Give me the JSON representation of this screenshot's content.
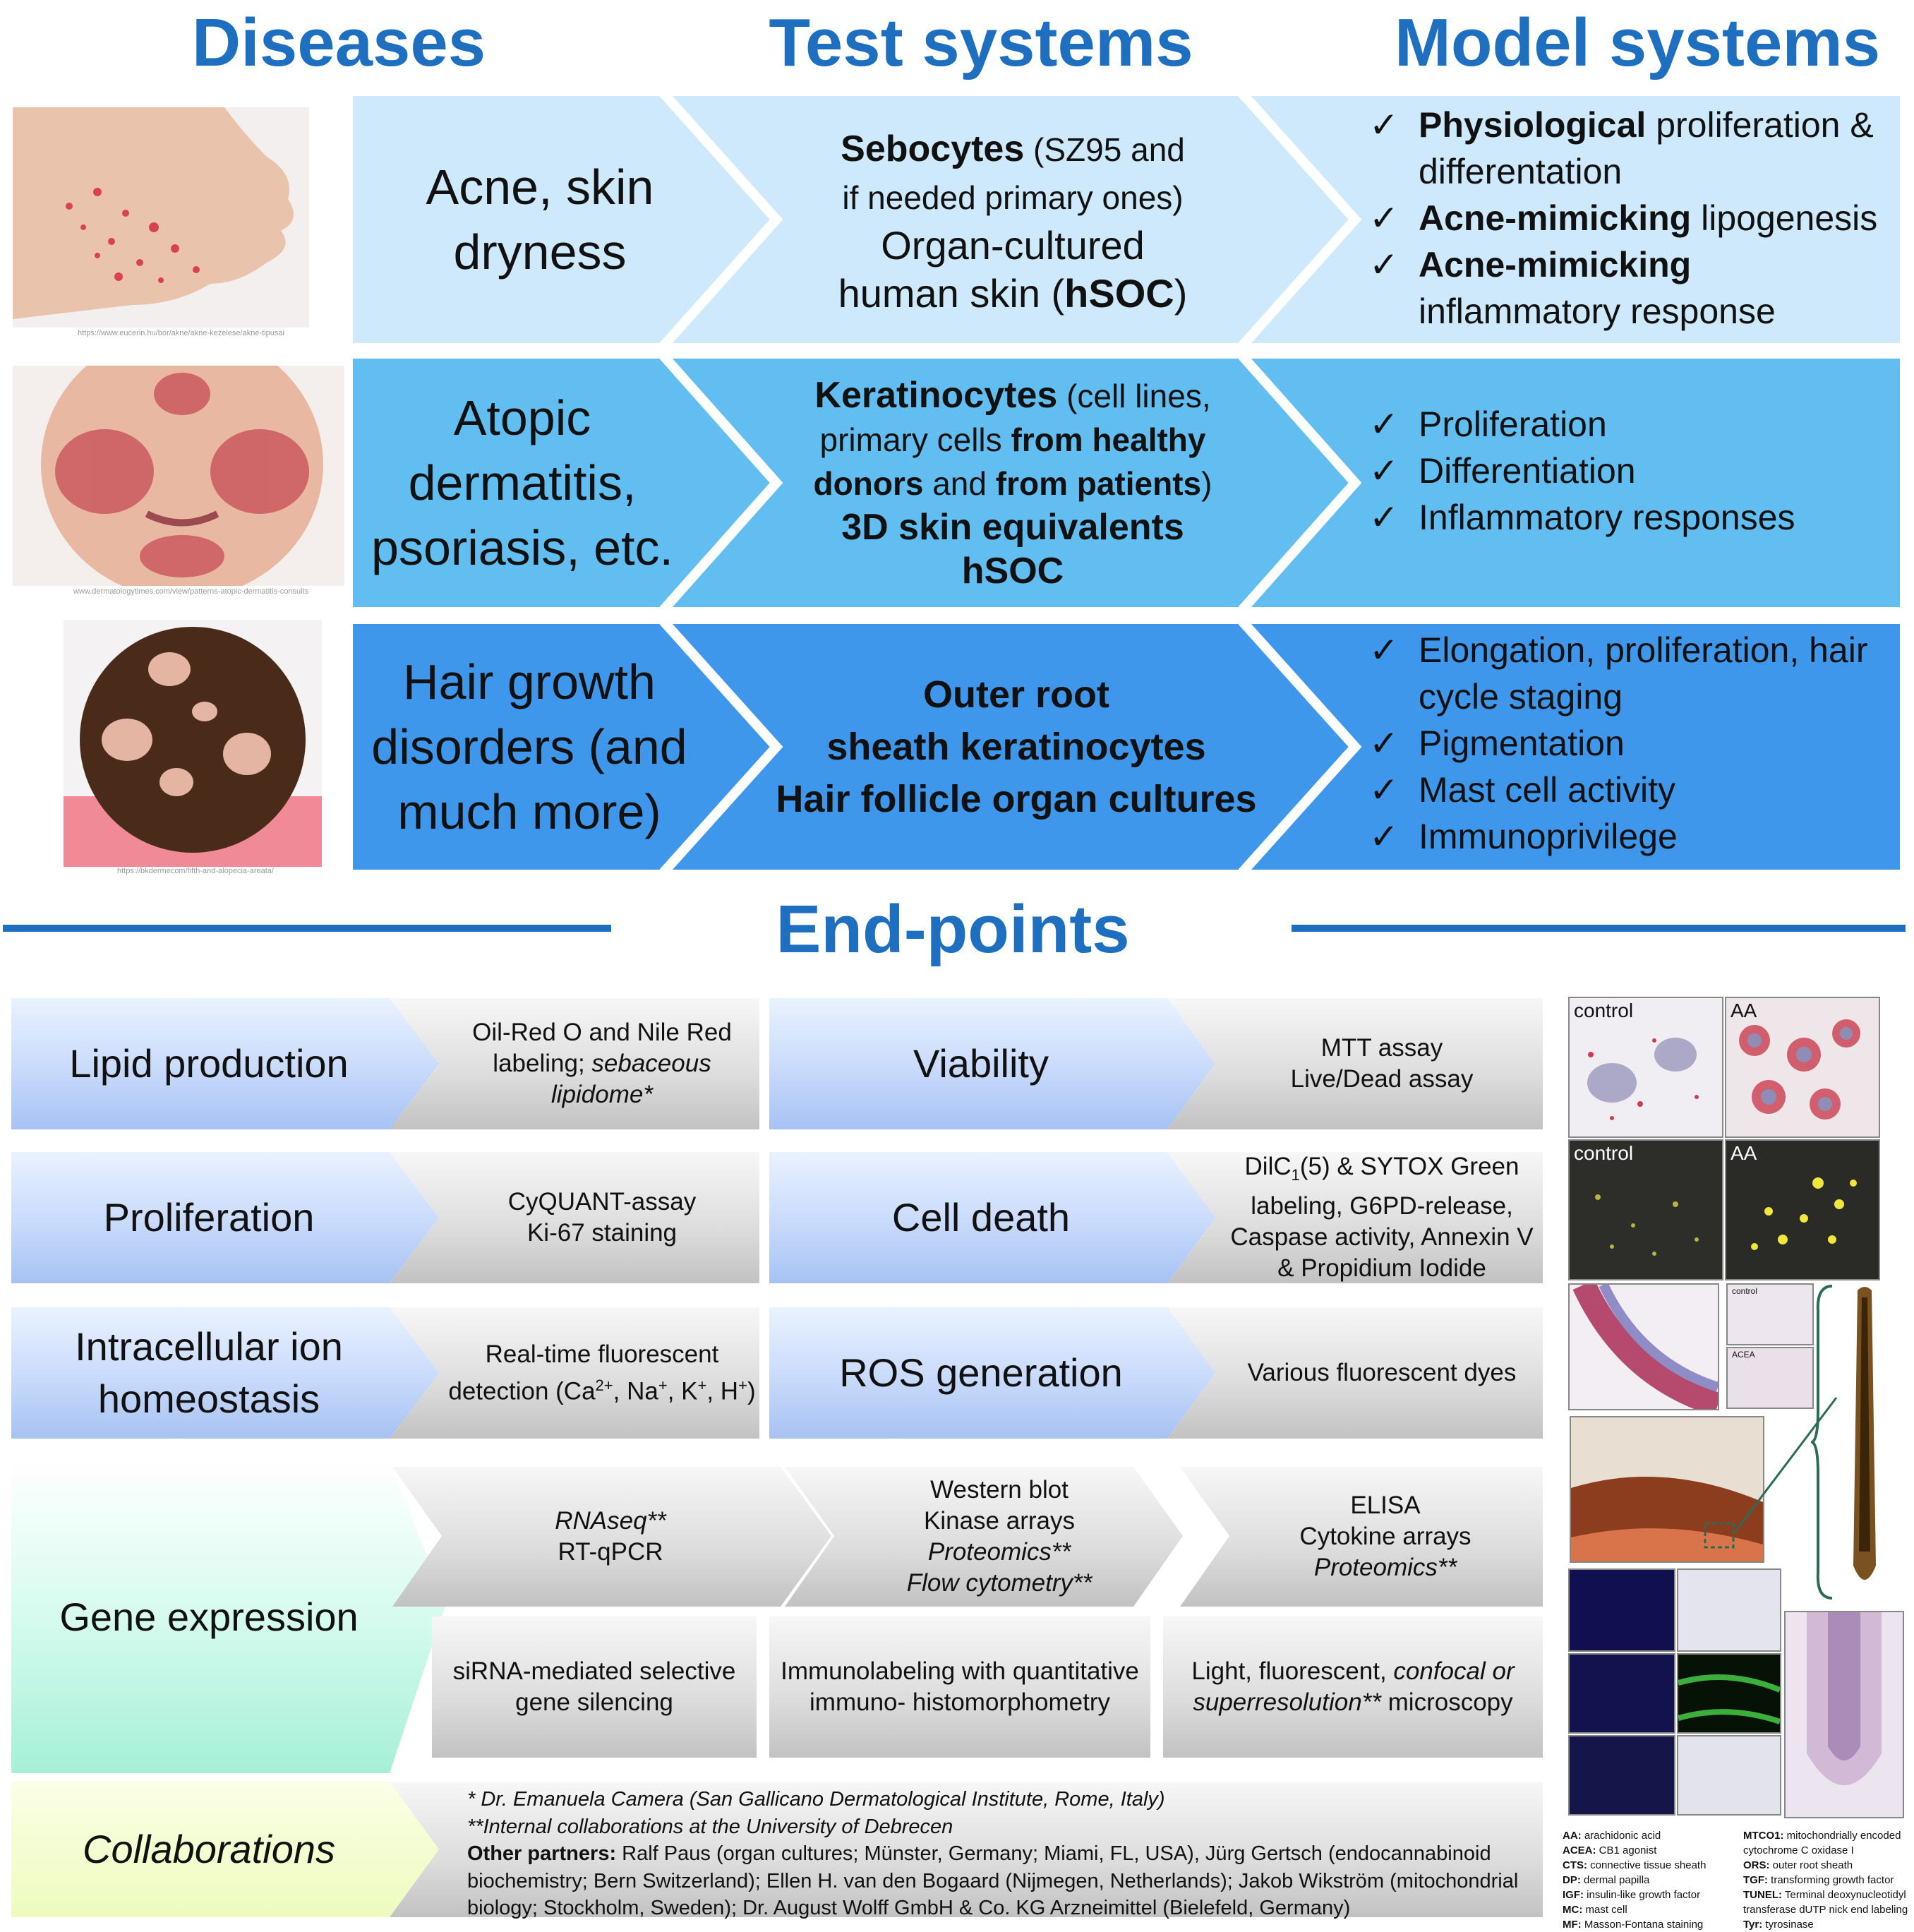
{
  "headers": {
    "diseases": "Diseases",
    "test_systems": "Test systems",
    "model_systems": "Model systems"
  },
  "rows": [
    {
      "disease": [
        "Acne, skin",
        "dryness"
      ],
      "photo_source": "https://www.eucerin.hu/bor/akne/akne-kezelese/akne-tipusai",
      "test": {
        "l1_b": "Sebocytes",
        "l1_n": " (SZ95 and",
        "l2": "if needed primary ones)",
        "l3": "Organ-cultured",
        "l4_n": "human skin (",
        "l4_b": "hSOC",
        "l4_e": ")"
      },
      "model": [
        {
          "b": "Physiological",
          "n": " proliferation &"
        },
        {
          "b": "",
          "n": "differentation",
          "indent": true
        },
        {
          "b": "Acne-mimicking",
          "n": " lipogenesis"
        },
        {
          "b": "Acne-mimicking",
          "n": ""
        },
        {
          "b": "",
          "n": "inflammatory response",
          "indent": true
        }
      ]
    },
    {
      "disease": [
        "Atopic",
        "dermatitis,",
        "psoriasis, etc."
      ],
      "photo_source": "www.dermatologytimes.com/view/patterns-atopic-dermatitis-consults",
      "test": {
        "l1_b": "Keratinocytes",
        "l1_n": " (cell lines,",
        "l2_n": "primary cells ",
        "l2_b": "from healthy",
        "l3_b": "donors",
        "l3_n": " and ",
        "l3_b2": "from patients",
        "l3_e": ")",
        "l4": "3D skin equivalents",
        "l5": "hSOC"
      },
      "model": [
        "Proliferation",
        "Differentiation",
        "Inflammatory responses"
      ]
    },
    {
      "disease": [
        "Hair growth",
        "disorders (and",
        "much more)"
      ],
      "photo_source": "https://bkdermecom/fifth-and-alopecia-areata/",
      "test": [
        "Outer root",
        "sheath keratinocytes",
        "Hair follicle organ cultures"
      ],
      "model": [
        {
          "t": "Elongation, proliferation, hair",
          "check": true
        },
        {
          "t": "cycle staging",
          "check": false
        },
        {
          "t": "Pigmentation",
          "check": true
        },
        {
          "t": "Mast cell activity",
          "check": true
        },
        {
          "t": "Immunoprivilege",
          "check": true
        }
      ]
    }
  ],
  "endpoints_title": "End-points",
  "endpoints": {
    "lipid": {
      "label": "Lipid production",
      "detail_l1": "Oil-Red O and Nile Red",
      "detail_l2_n": "labeling; ",
      "detail_l2_i": "sebaceous",
      "detail_l3_i": "lipidome*"
    },
    "proliferation": {
      "label": "Proliferation",
      "detail": [
        "CyQUANT-assay",
        "Ki-67 staining"
      ]
    },
    "ion": {
      "label": [
        "Intracellular ion",
        "homeostasis"
      ],
      "detail_l1": "Real-time fluorescent",
      "detail_l2": "detection (Ca",
      "ca_sup": "2+",
      "na": ", Na",
      "na_sup": "+",
      "k": ", K",
      "k_sup": "+",
      "h": ", H",
      "h_sup": "+",
      "end": ")"
    },
    "viability": {
      "label": "Viability",
      "detail": [
        "MTT assay",
        "Live/Dead assay"
      ]
    },
    "cell_death": {
      "label": "Cell death",
      "l1a": "DilC",
      "l1sub": "1",
      "l1b": "(5) & SYTOX Green",
      "l2": "labeling, G6PD-release,",
      "l3": "Caspase activity, Annexin V",
      "l4": "& Propidium Iodide"
    },
    "ros": {
      "label": "ROS generation",
      "detail": "Various fluorescent dyes"
    },
    "gene": {
      "label": "Gene expression",
      "b1": {
        "l1_i": "RNAseq**",
        "l2": "RT-qPCR"
      },
      "b2": {
        "l1": "Western blot",
        "l2": "Kinase arrays",
        "l3_i": "Proteomics**",
        "l4_i": "Flow cytometry**"
      },
      "b3": {
        "l1": "ELISA",
        "l2": "Cytokine arrays",
        "l3_i": "Proteomics**"
      },
      "b4": [
        "siRNA-mediated selective",
        "gene silencing"
      ],
      "b5": [
        "Immunolabeling with quantitative",
        "immuno- histomorphometry"
      ],
      "b6": {
        "l1_n": "Light, fluorescent, ",
        "l1_i": "confocal or",
        "l2_i": "superresolution**",
        "l2_n": " microscopy"
      }
    },
    "collab": {
      "label": "Collaborations",
      "l1": "* Dr. Emanuela Camera (San Gallicano Dermatological Institute, Rome, Italy)",
      "l2": "**Internal collaborations at the University of Debrecen",
      "l3_b": "Other partners:",
      "l3": " Ralf Paus (organ cultures; Münster, Germany; Miami, FL, USA), Jürg Gertsch (endocannabinoid",
      "l4": "biochemistry; Bern Switzerland); Ellen H. van den Bogaard (Nijmegen, Netherlands); Jakob Wikström (mitochondrial",
      "l5": "biology; Stockholm, Sweden); Dr. August Wolff GmbH & Co. KG Arzneimittel (Bielefeld, Germany)"
    }
  },
  "micro_labels": {
    "control1": "control",
    "aa1": "AA",
    "control2": "control",
    "aa2": "AA",
    "control3": "control",
    "acea": "ACEA"
  },
  "abbreviations_left": [
    {
      "k": "AA:",
      "v": " arachidonic acid"
    },
    {
      "k": "ACEA:",
      "v": " CB1 agonist"
    },
    {
      "k": "CTS:",
      "v": " connective tissue sheath"
    },
    {
      "k": "DP:",
      "v": " dermal papilla"
    },
    {
      "k": "IGF:",
      "v": " insulin-like growth factor"
    },
    {
      "k": "MC:",
      "v": " mast cell"
    },
    {
      "k": "MF:",
      "v": " Masson-Fontana staining"
    }
  ],
  "abbreviations_right": [
    {
      "k": "MTCO1:",
      "v": " mitochondrially encoded"
    },
    {
      "k": "",
      "v": "cytochrome C oxidase I"
    },
    {
      "k": "ORS:",
      "v": " outer root sheath"
    },
    {
      "k": "TGF:",
      "v": " transforming growth factor"
    },
    {
      "k": "TUNEL:",
      "v": " Terminal deoxynucleotidyl"
    },
    {
      "k": "",
      "v": "transferase dUTP nick end labeling"
    },
    {
      "k": "Tyr:",
      "v": " tyrosinase"
    }
  ],
  "colors": {
    "title_blue": "#1f6fc0",
    "row1": "#cde9fb",
    "row2": "#62bdf0",
    "row3": "#3e97ea"
  }
}
